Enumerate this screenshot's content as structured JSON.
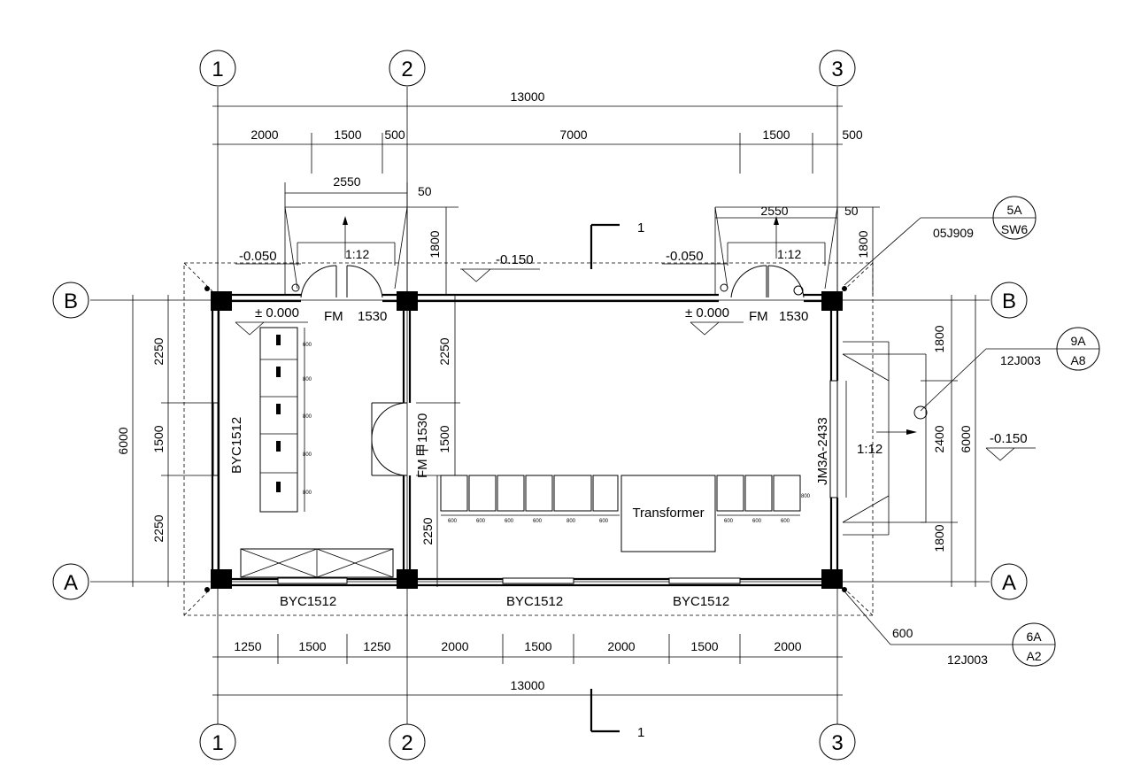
{
  "axes": {
    "vertical": [
      "1",
      "2",
      "3"
    ],
    "horizontal": [
      "A",
      "B"
    ]
  },
  "dimensions": {
    "top_total": "13000",
    "top_row": [
      "2000",
      "1500",
      "500",
      "7000",
      "1500",
      "500"
    ],
    "door_left_width": "2550",
    "door_right_width": "2550",
    "door_offset_left": "50",
    "door_offset_right": "50",
    "door_depth_left": "1800",
    "door_depth_right": "1800",
    "bottom_row": [
      "1250",
      "1500",
      "1250",
      "2000",
      "1500",
      "2000",
      "1500",
      "2000"
    ],
    "bottom_total": "13000",
    "left_total": "6000",
    "left_segments": [
      "2250",
      "1500",
      "2250"
    ],
    "mid_segments": [
      "2250",
      "1500",
      "2250"
    ],
    "right_total": "6000",
    "right_segments": [
      "1800",
      "2400",
      "1800"
    ],
    "eave": "600"
  },
  "levels": {
    "outside_left": "-0.050",
    "outside_mid": "-0.150",
    "outside_right": "-0.050",
    "floor_left": "± 0.000",
    "floor_right": "± 0.000",
    "ramp_level": "-0.150"
  },
  "ramp_slopes": {
    "left": "1:12",
    "right": "1:12",
    "east": "1:12"
  },
  "door_labels": {
    "fm_left": "FM",
    "fm_left_size": "1530",
    "fm_right": "FM",
    "fm_right_size": "1530",
    "fm_inner": "FM",
    "fm_inner_jia": "甲",
    "fm_inner_size": "1530",
    "east_door": "JM3A-2433"
  },
  "window_labels": {
    "west": "BYC1512",
    "south_left": "BYC1512",
    "south_mid": "BYC1512",
    "south_right": "BYC1512"
  },
  "section_mark": {
    "label_top": "1",
    "label_bottom": "1"
  },
  "references": {
    "ref1_top": "5A",
    "ref1_bottom": "SW6",
    "ref1_atlas": "05J909",
    "ref2_top": "9A",
    "ref2_bottom": "A8",
    "ref2_atlas": "12J003",
    "ref3_top": "6A",
    "ref3_bottom": "A2",
    "ref3_atlas": "12J003"
  },
  "equipment": {
    "transformer": "Transformer",
    "left_cabinet_widths": [
      "600",
      "800",
      "800",
      "800",
      "800"
    ],
    "bottom_cabinet_widths_left": [
      "600",
      "600",
      "600",
      "600",
      "800",
      "600"
    ],
    "bottom_cabinet_widths_right": [
      "600",
      "600",
      "600"
    ],
    "transformer_side": "800"
  }
}
